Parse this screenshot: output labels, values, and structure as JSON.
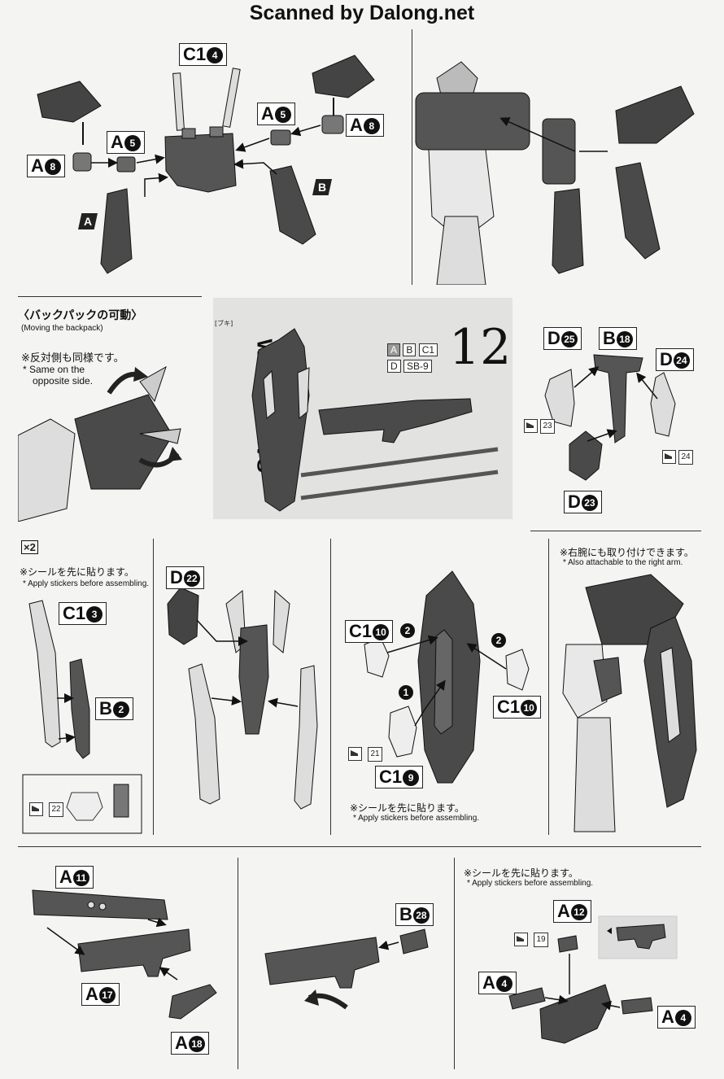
{
  "header": {
    "watermark": "Scanned by Dalong.net"
  },
  "step11": {
    "tags": {
      "c14": {
        "letter": "C1",
        "num": "4"
      },
      "a5_left": {
        "letter": "A",
        "num": "5"
      },
      "a5_right": {
        "letter": "A",
        "num": "5"
      },
      "a8_left": {
        "letter": "A",
        "num": "8"
      },
      "a8_right": {
        "letter": "A",
        "num": "8"
      }
    },
    "flags": {
      "a": "A",
      "b": "B"
    }
  },
  "backpack_note": {
    "title_jp": "〈バックパックの可動〉",
    "title_en": "(Moving the backpack)",
    "note_jp": "※反対側も同様です。",
    "note_en_1": "* Same on the",
    "note_en_2": "opposite side."
  },
  "weapons": {
    "title": "WEAPONS",
    "katakana": "[ブキ]",
    "runners": [
      "A",
      "B",
      "C1",
      "D",
      "SB-9"
    ],
    "step_number": "12"
  },
  "step12_top": {
    "tags": {
      "d25": {
        "letter": "D",
        "num": "25"
      },
      "b18": {
        "letter": "B",
        "num": "18"
      },
      "d24": {
        "letter": "D",
        "num": "24"
      },
      "d23": {
        "letter": "D",
        "num": "23"
      }
    },
    "stickers": {
      "s23": "23",
      "s24": "24"
    }
  },
  "panel_shield1": {
    "multiplier": "×2",
    "note_jp": "※シールを先に貼ります。",
    "note_en": "* Apply stickers before assembling.",
    "tags": {
      "c13": {
        "letter": "C1",
        "num": "3"
      },
      "b2": {
        "letter": "B",
        "num": "2"
      }
    },
    "sticker": "22"
  },
  "panel_shield2": {
    "tags": {
      "d22": {
        "letter": "D",
        "num": "22"
      }
    }
  },
  "panel_shield3": {
    "tags": {
      "c110_left": {
        "letter": "C1",
        "num": "10"
      },
      "c110_right": {
        "letter": "C1",
        "num": "10"
      },
      "c19": {
        "letter": "C1",
        "num": "9"
      }
    },
    "order": {
      "first": "1",
      "second_left": "2",
      "second_right": "2"
    },
    "sticker": "21",
    "note_jp": "※シールを先に貼ります。",
    "note_en": "* Apply stickers before assembling."
  },
  "panel_shield4": {
    "note_jp": "※右腕にも取り付けできます。",
    "note_en": "* Also attachable to the right arm."
  },
  "panel_gun1": {
    "tags": {
      "a11": {
        "letter": "A",
        "num": "11"
      },
      "a17": {
        "letter": "A",
        "num": "17"
      },
      "a18": {
        "letter": "A",
        "num": "18"
      }
    }
  },
  "panel_gun2": {
    "tags": {
      "b28": {
        "letter": "B",
        "num": "28"
      }
    }
  },
  "panel_gun3": {
    "note_jp": "※シールを先に貼ります。",
    "note_en": "* Apply stickers before assembling.",
    "tags": {
      "a12": {
        "letter": "A",
        "num": "12"
      },
      "a4_left": {
        "letter": "A",
        "num": "4"
      },
      "a4_right": {
        "letter": "A",
        "num": "4"
      }
    },
    "sticker": "19"
  },
  "colors": {
    "paper": "#f4f4f2",
    "ink": "#222222",
    "part_dark": "#4a4a4a",
    "part_light": "#e6e6e6"
  }
}
